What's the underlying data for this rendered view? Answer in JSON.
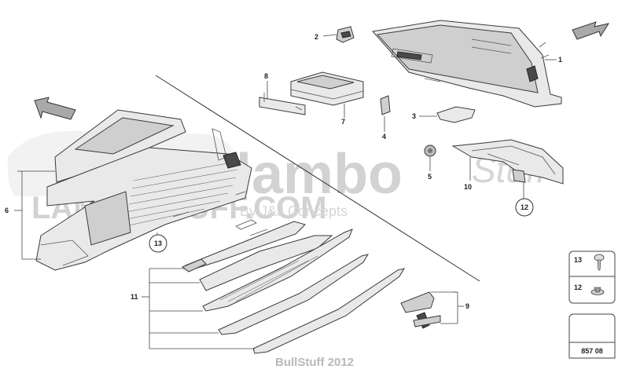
{
  "watermark": {
    "brand": "lambo",
    "brand_script": "Stuff",
    "domain": "LAMBOSTUFF.COM",
    "by_line": "By J&J Concepts"
  },
  "callouts": {
    "c1": "1",
    "c2": "2",
    "c3": "3",
    "c4": "4",
    "c5": "5",
    "c6": "6",
    "c7": "7",
    "c8": "8",
    "c9": "9",
    "c10": "10",
    "c11": "11",
    "c12": "12",
    "c13": "13"
  },
  "legend": {
    "item_13": "13",
    "item_12": "12",
    "diagram_number": "857 08"
  },
  "footer": {
    "caption": "BullStuff 2012"
  }
}
